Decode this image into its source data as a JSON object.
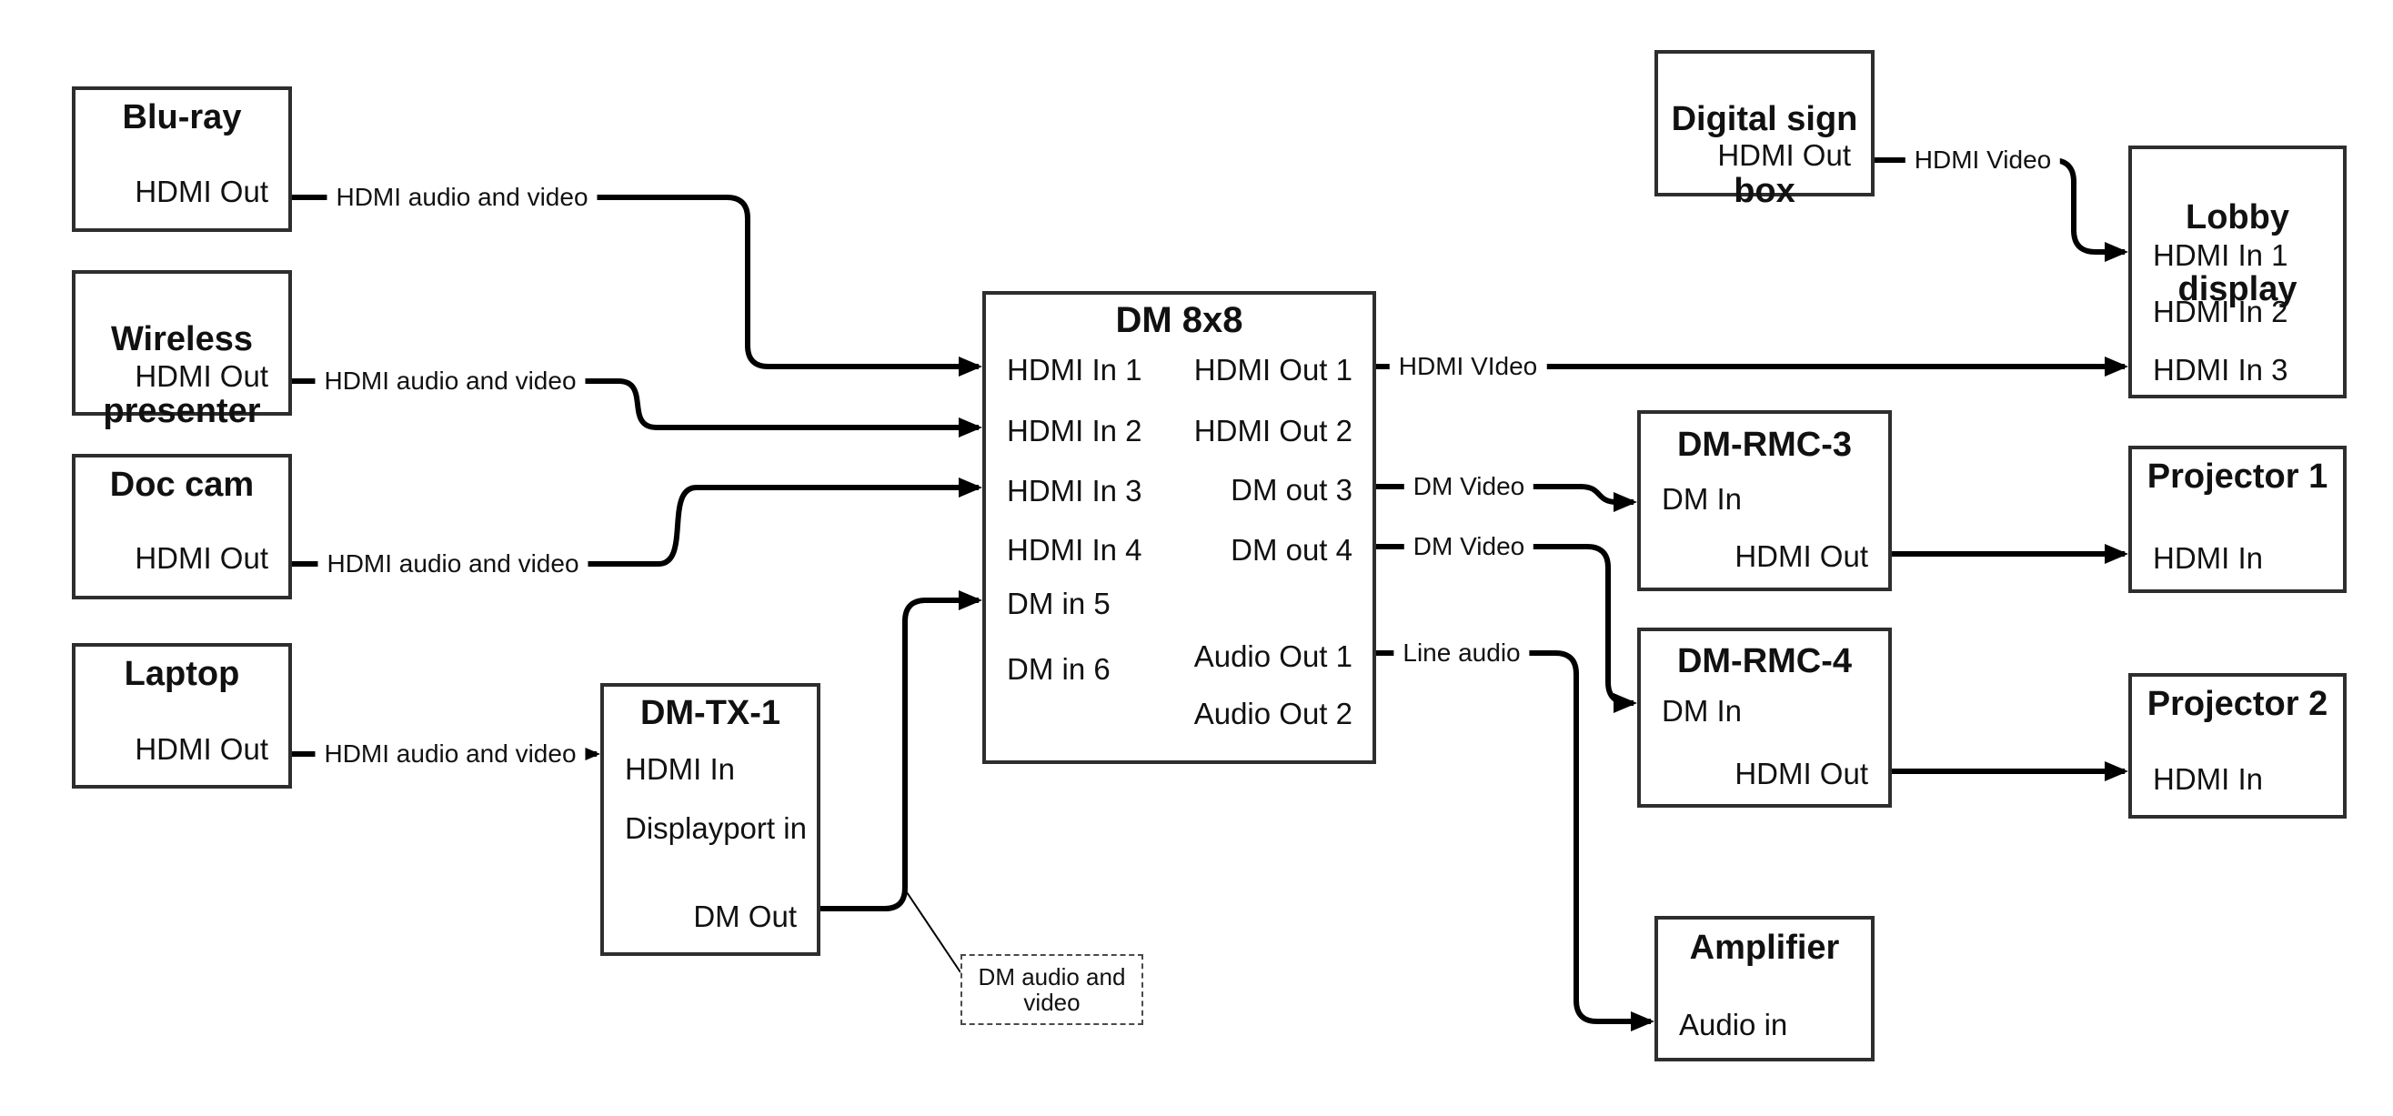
{
  "diagram": {
    "nodes": {
      "bluray": {
        "title": "Blu-ray",
        "hdmi_out": "HDMI Out"
      },
      "wireless": {
        "title_line1": "Wireless",
        "title_line2": "presenter",
        "hdmi_out": "HDMI Out"
      },
      "doccam": {
        "title": "Doc cam",
        "hdmi_out": "HDMI Out"
      },
      "laptop": {
        "title": "Laptop",
        "hdmi_out": "HDMI Out"
      },
      "dmtx1": {
        "title": "DM-TX-1",
        "hdmi_in": "HDMI In",
        "displayport_in": "Displayport in",
        "dm_out": "DM Out"
      },
      "dm8x8": {
        "title": "DM 8x8",
        "hdmi_in_1": "HDMI In 1",
        "hdmi_in_2": "HDMI In 2",
        "hdmi_in_3": "HDMI In 3",
        "hdmi_in_4": "HDMI In 4",
        "dm_in_5": "DM in 5",
        "dm_in_6": "DM in 6",
        "hdmi_out_1": "HDMI Out 1",
        "hdmi_out_2": "HDMI Out 2",
        "dm_out_3": "DM out 3",
        "dm_out_4": "DM out 4",
        "audio_out_1": "Audio Out 1",
        "audio_out_2": "Audio Out 2"
      },
      "digisign": {
        "title_line1": "Digital sign",
        "title_line2": "box",
        "hdmi_out": "HDMI Out"
      },
      "lobby": {
        "title_line1": "Lobby",
        "title_line2": "display",
        "hdmi_in_1": "HDMI In 1",
        "hdmi_in_2": "HDMI In 2",
        "hdmi_in_3": "HDMI In 3"
      },
      "dmrmc3": {
        "title": "DM-RMC-3",
        "dm_in": "DM In",
        "hdmi_out": "HDMI Out"
      },
      "proj1": {
        "title": "Projector 1",
        "hdmi_in": "HDMI In"
      },
      "dmrmc4": {
        "title": "DM-RMC-4",
        "dm_in": "DM In",
        "hdmi_out": "HDMI Out"
      },
      "proj2": {
        "title": "Projector 2",
        "hdmi_in": "HDMI In"
      },
      "amp": {
        "title": "Amplifier",
        "audio_in": "Audio in"
      }
    },
    "edge_labels": {
      "bluray_av": "HDMI audio and video",
      "wireless_av": "HDMI audio and video",
      "doccam_av": "HDMI audio and video",
      "laptop_av": "HDMI audio and video",
      "hdmi_video_long": "HDMI VIdeo",
      "hdmi_video_sign": "HDMI Video",
      "dm_video_out3": "DM Video",
      "dm_video_out4": "DM Video",
      "line_audio": "Line audio"
    },
    "callout": {
      "line1": "DM audio and",
      "line2": "video"
    },
    "colors": {
      "line": "#000000",
      "box_border": "#2e2e2e",
      "background": "#ffffff"
    }
  }
}
